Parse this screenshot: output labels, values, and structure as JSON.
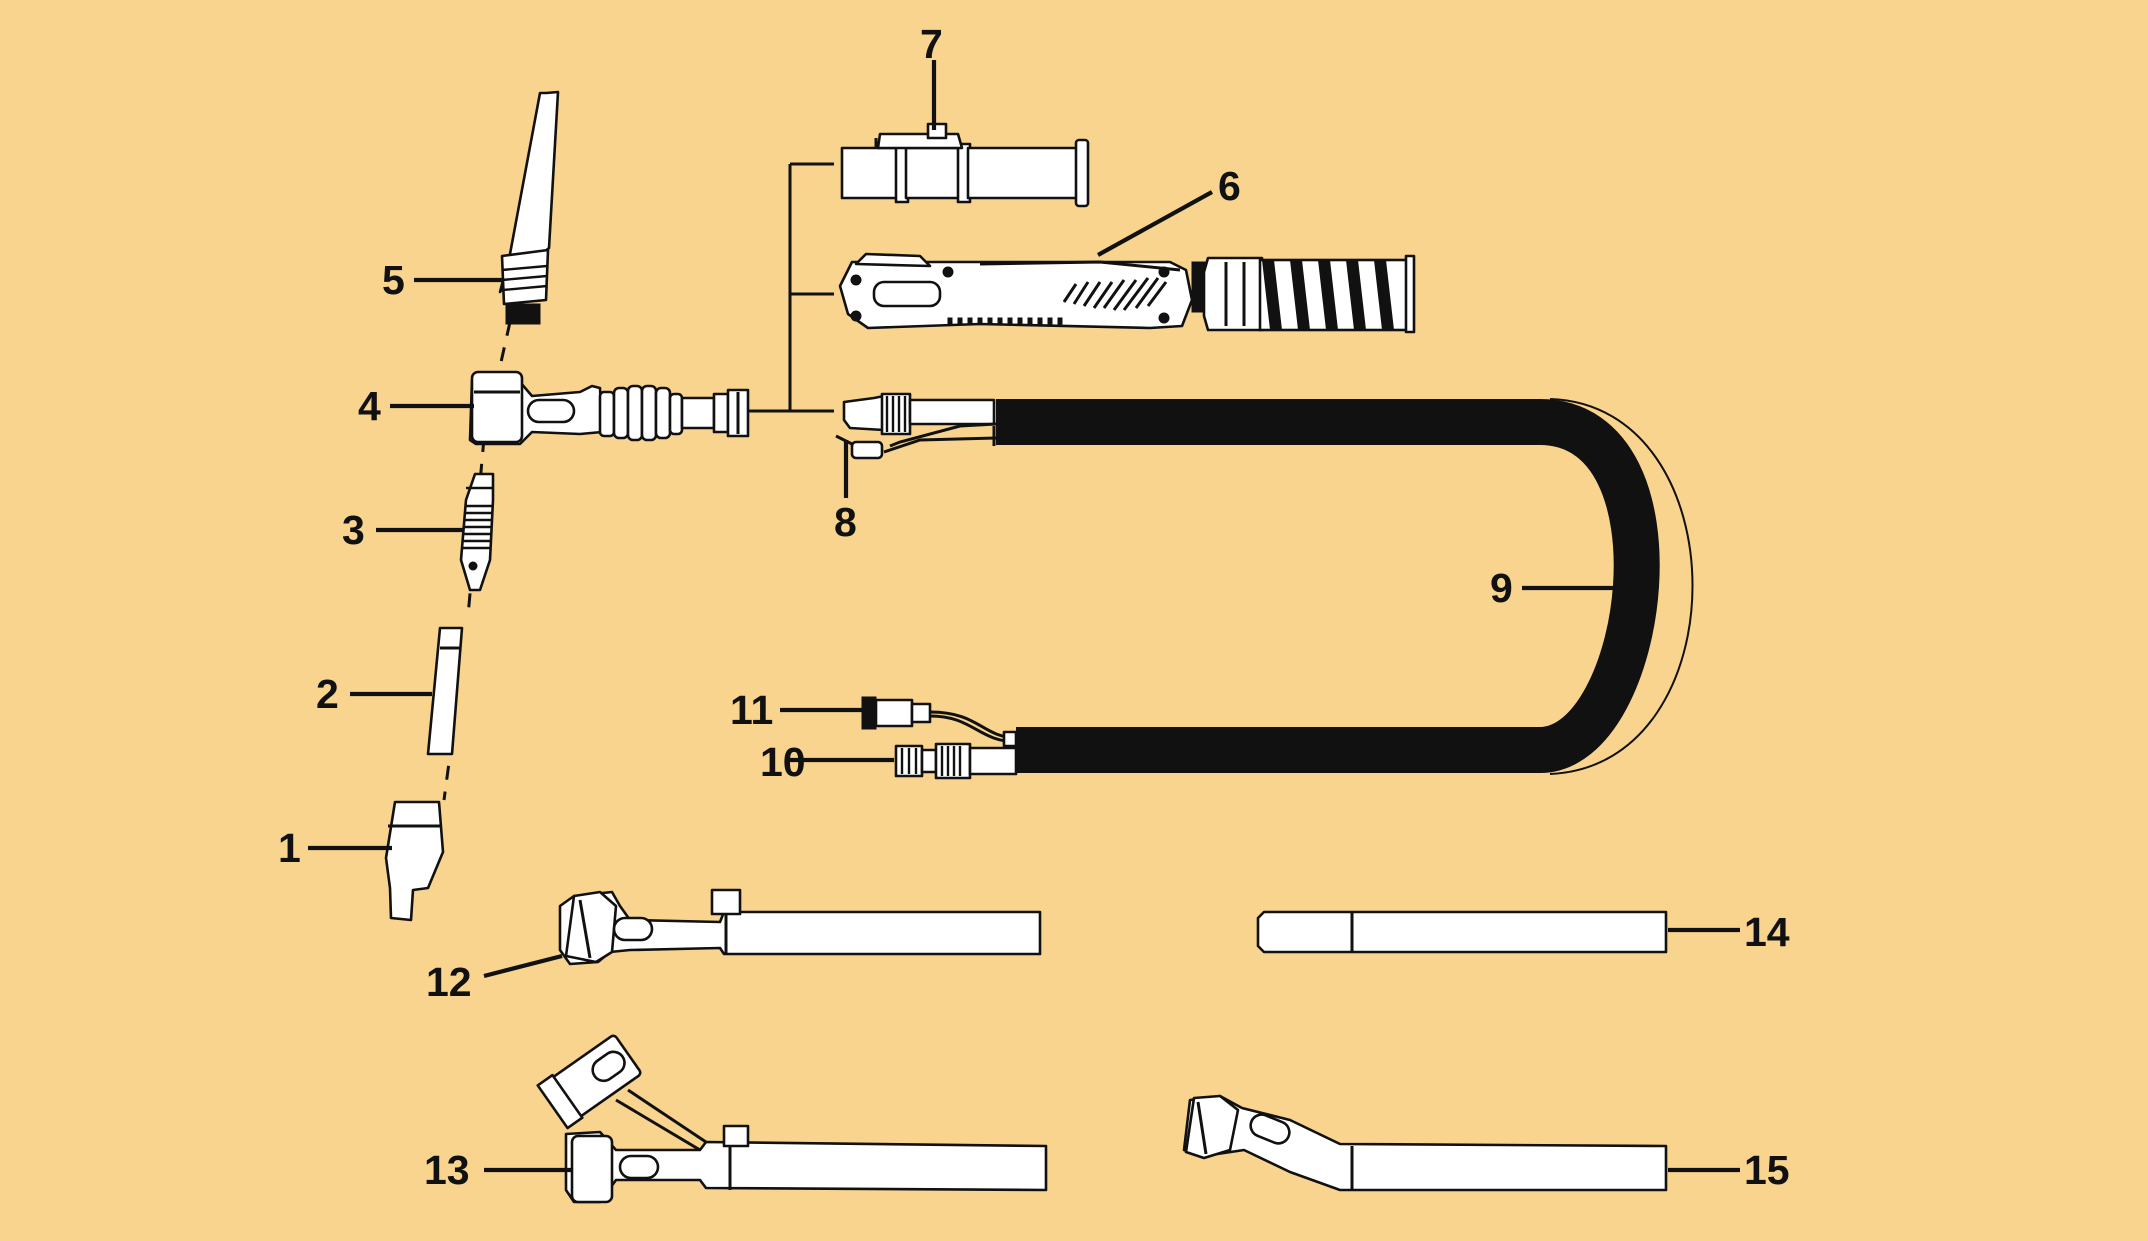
{
  "colors": {
    "background": "#f8d48f",
    "ink": "#111111",
    "part_fill": "#ffffff"
  },
  "callouts": [
    {
      "id": "1",
      "label": "1"
    },
    {
      "id": "2",
      "label": "2"
    },
    {
      "id": "3",
      "label": "3"
    },
    {
      "id": "4",
      "label": "4"
    },
    {
      "id": "5",
      "label": "5"
    },
    {
      "id": "6",
      "label": "6"
    },
    {
      "id": "7",
      "label": "7"
    },
    {
      "id": "8",
      "label": "8"
    },
    {
      "id": "9",
      "label": "9"
    },
    {
      "id": "10",
      "label": "10"
    },
    {
      "id": "11",
      "label": "11"
    },
    {
      "id": "12",
      "label": "12"
    },
    {
      "id": "13",
      "label": "13"
    },
    {
      "id": "14",
      "label": "14"
    },
    {
      "id": "15",
      "label": "15"
    }
  ]
}
